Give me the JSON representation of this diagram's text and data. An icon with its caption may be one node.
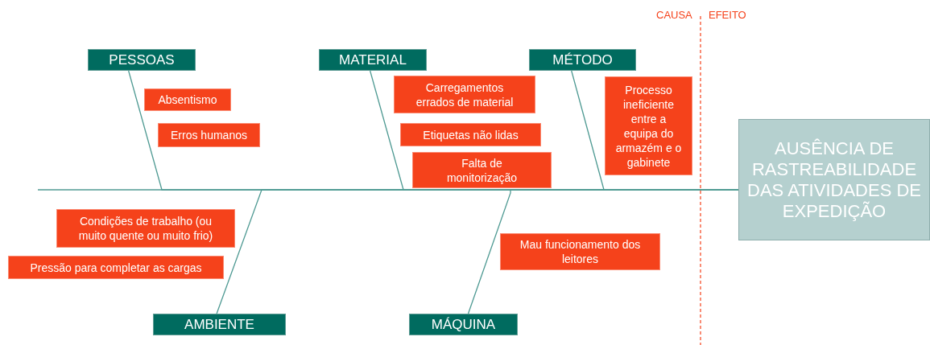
{
  "diagram": {
    "nodes": [
      {
        "text": [
          "PESSOAS"
        ]
      },
      {
        "text": [
          "MATERIAL"
        ]
      },
      {
        "text": [
          "MÉTODO"
        ]
      },
      {
        "text": [
          "Absentismo"
        ]
      },
      {
        "text": [
          "Carregamentos errados de material"
        ]
      },
      {
        "text": [
          "Processo ineficiente entre a equipa do armazém e o gabinete"
        ]
      },
      {
        "text": [
          "Etiquetas não lidas"
        ]
      },
      {
        "text": [
          "Erros humanos"
        ]
      },
      {
        "text": [
          "Falta de monitorização"
        ]
      },
      {
        "text": [
          "AUSÊNCIA DE RASTREABILIDADE DAS ATIVIDADES DE EXPEDIÇÃO"
        ]
      },
      {
        "text": [
          "Condições de trabalho (ou muito quente ou muito frio)"
        ]
      },
      {
        "text": [
          "Mau funcionamento dos leitores"
        ]
      },
      {
        "text": [
          "Pressão para completar as cargas"
        ]
      },
      {
        "text": [
          "AMBIENTE"
        ]
      },
      {
        "text": [
          "MÁQUINA"
        ]
      }
    ],
    "edges": [
      {
        "from": null,
        "to": 9,
        "arrow": "none"
      },
      {
        "from": 0,
        "to": 9,
        "arrow": "none"
      },
      {
        "from": 1,
        "to": 9,
        "arrow": "none"
      },
      {
        "from": 2,
        "to": 9,
        "arrow": "none"
      },
      {
        "from": 13,
        "to": 9,
        "arrow": "none"
      },
      {
        "from": 14,
        "to": 9,
        "arrow": "none"
      }
    ],
    "labels": [
      "CAUSA",
      "EFEITO"
    ]
  }
}
